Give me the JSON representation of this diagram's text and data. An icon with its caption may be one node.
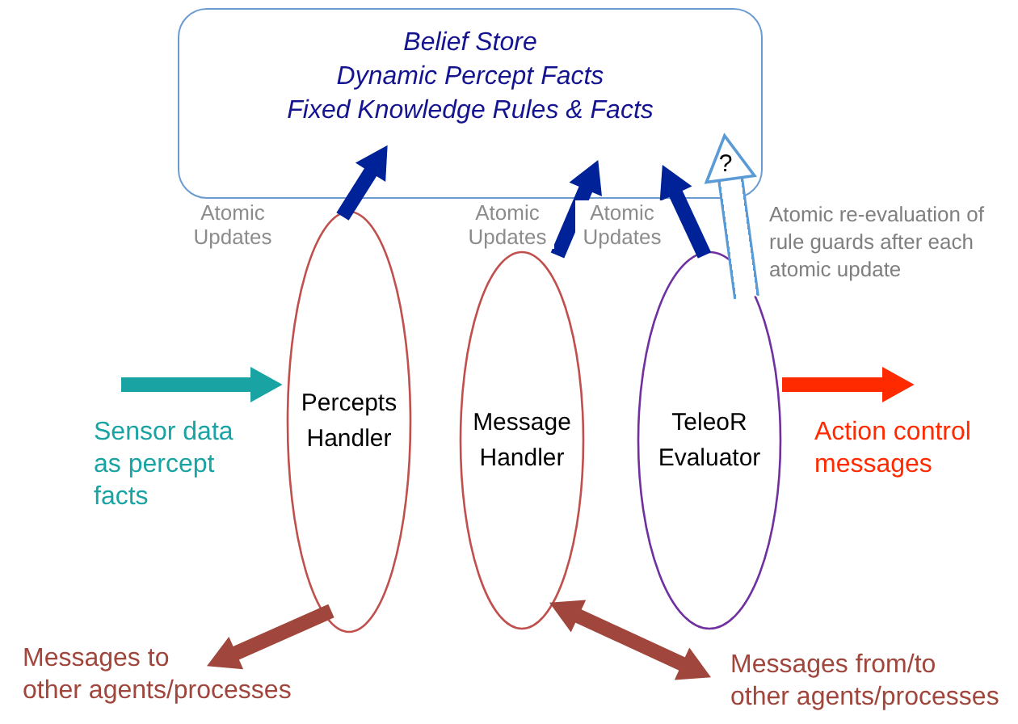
{
  "diagram": {
    "nodes": [
      {
        "text": [
          "Belief Store",
          "Dynamic Percept Facts",
          "Fixed Knowledge Rules & Facts"
        ]
      },
      {
        "text": [
          "Percepts Handler"
        ]
      },
      {
        "text": [
          "Message Handler"
        ]
      },
      {
        "text": [
          "TeleoR Evaluator"
        ]
      },
      {
        "text": [
          "Sensor data as percept facts"
        ]
      },
      {
        "text": [
          "Action control messages"
        ]
      },
      {
        "text": [
          "Messages to other agents/processes"
        ]
      },
      {
        "text": [
          "Messages from/to other agents/processes"
        ]
      }
    ],
    "edges": [
      {
        "from": 1,
        "to": 0,
        "arrow": "to",
        "label": "Atomic Updates",
        "color": "#002299"
      },
      {
        "from": 2,
        "to": 0,
        "arrow": "to",
        "label": "Atomic Updates",
        "color": "#002299"
      },
      {
        "from": 3,
        "to": 0,
        "arrow": "to",
        "label": "Atomic Updates",
        "color": "#002299"
      },
      {
        "from": 3,
        "to": 0,
        "arrow": "to",
        "label": "?",
        "style": "thick",
        "color": "#5b9bd5"
      },
      {
        "from": 4,
        "to": 1,
        "arrow": "to",
        "color": "#1aa3a3"
      },
      {
        "from": 3,
        "to": 5,
        "arrow": "to",
        "color": "#ff2a00"
      },
      {
        "from": 1,
        "to": 6,
        "arrow": "to",
        "color": "#a0463c"
      },
      {
        "from": 2,
        "to": 7,
        "arrow": "both",
        "color": "#a0463c"
      }
    ],
    "labels": [
      "Atomic re-evaluation of rule guards after each atomic update"
    ]
  }
}
